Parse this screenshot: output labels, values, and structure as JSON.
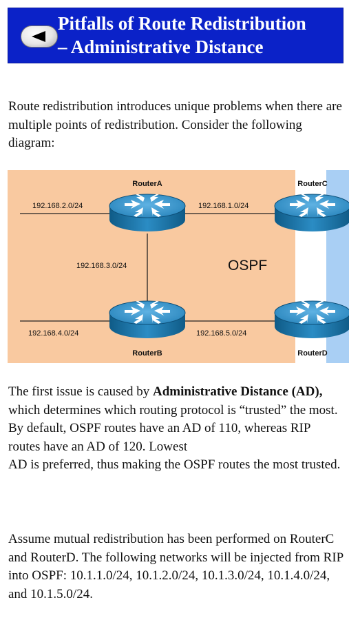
{
  "header": {
    "title_line1": "Pitfalls of Route Redistribution",
    "title_line2": "– Administrative Distance",
    "title_bg": "#0b22c8",
    "back_icon": "back-arrow-icon"
  },
  "intro": "Route redistribution introduces unique problems when there are multiple points of redistribution. Consider the following diagram:",
  "diagram": {
    "routers": {
      "a": "RouterA",
      "b": "RouterB",
      "c": "RouterC",
      "d": "RouterD"
    },
    "networks": {
      "a_left": "192.168.2.0/24",
      "a_c": "192.168.1.0/24",
      "a_b": "192.168.3.0/24",
      "b_left": "192.168.4.0/24",
      "b_d": "192.168.5.0/24"
    },
    "area_label": "OSPF",
    "colors": {
      "ospf_area": "#f9c9a0",
      "rip_area": "#a9cff4",
      "router_body": "#1f75a8"
    }
  },
  "para2": {
    "before": "The first issue is caused by ",
    "bold": "Administrative Distance (AD),",
    "after": " which determines which routing protocol is “trusted” the most. By default, OSPF routes have an AD of 110, whereas RIP routes have an AD of 120. Lowest",
    "line2": "AD is preferred, thus making the OSPF routes the most trusted."
  },
  "para3": "Assume mutual redistribution has been performed on RouterC and RouterD. The following networks will be injected from RIP into OSPF: 10.1.1.0/24, 10.1.2.0/24, 10.1.3.0/24, 10.1.4.0/24, and 10.1.5.0/24."
}
